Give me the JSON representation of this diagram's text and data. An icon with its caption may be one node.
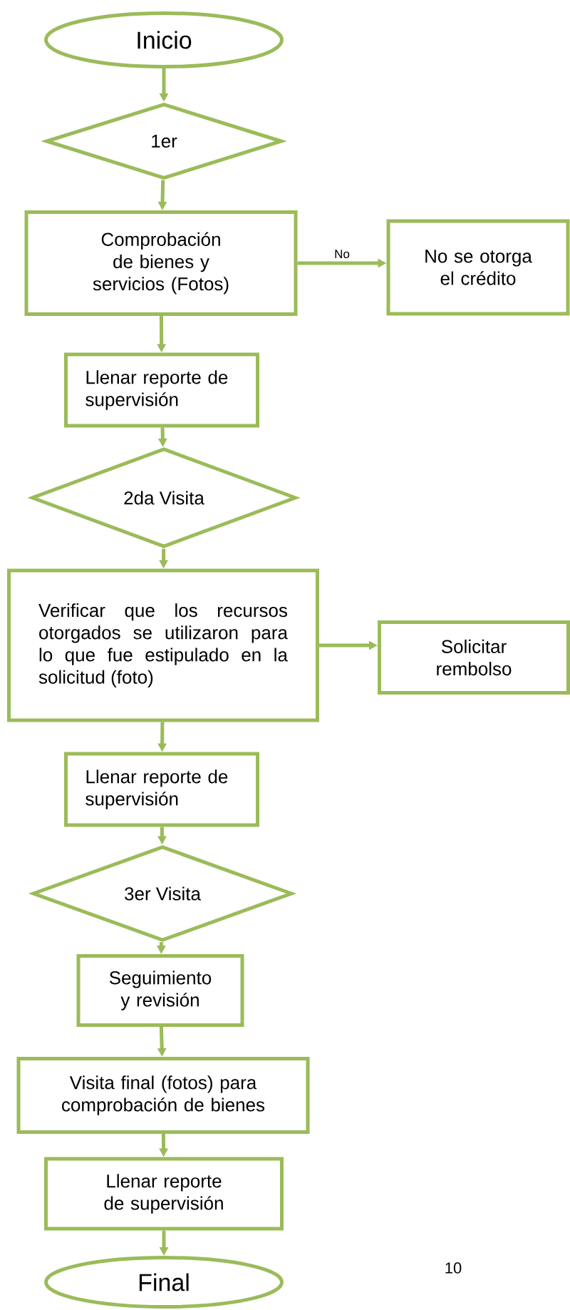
{
  "diagram": {
    "nodes": [
      {
        "text": [
          "Inicio"
        ]
      },
      {
        "text": [
          "1er"
        ]
      },
      {
        "text": [
          "Comprobación de bienes y servicios (Fotos)"
        ]
      },
      {
        "text": [
          "No se otorga el crédito"
        ]
      },
      {
        "text": [
          "Llenar reporte de supervisión"
        ]
      },
      {
        "text": [
          "2da Visita"
        ]
      },
      {
        "text": [
          "Verificar que los recursos otorgados se utilizaron para lo que fue estipulado en la solicitud (foto)"
        ]
      },
      {
        "text": [
          "Solicitar rembolso"
        ]
      },
      {
        "text": [
          "Llenar reporte de supervisión"
        ]
      },
      {
        "text": [
          "3er Visita"
        ]
      },
      {
        "text": [
          "Seguimiento y revisión"
        ]
      },
      {
        "text": [
          "Visita final (fotos) para comprobación de bienes"
        ]
      },
      {
        "text": [
          "Llenar reporte de supervisión"
        ]
      },
      {
        "text": [
          "Final"
        ]
      }
    ],
    "edges": [
      {
        "from": 0,
        "to": 1,
        "arrow": "to"
      },
      {
        "from": 1,
        "to": 2,
        "arrow": "to"
      },
      {
        "from": 2,
        "to": 3,
        "arrow": "to",
        "label": "No"
      },
      {
        "from": 2,
        "to": 4,
        "arrow": "to"
      },
      {
        "from": 4,
        "to": 5,
        "arrow": "to"
      },
      {
        "from": 5,
        "to": 6,
        "arrow": "to"
      },
      {
        "from": 6,
        "to": 7,
        "arrow": "to"
      },
      {
        "from": 6,
        "to": 8,
        "arrow": "to"
      },
      {
        "from": 8,
        "to": 9,
        "arrow": "to"
      },
      {
        "from": 9,
        "to": 10,
        "arrow": "to"
      },
      {
        "from": 10,
        "to": 11,
        "arrow": "to"
      },
      {
        "from": 11,
        "to": 12,
        "arrow": "to"
      },
      {
        "from": 12,
        "to": 13,
        "arrow": "to"
      }
    ],
    "labels": [
      "10"
    ]
  }
}
